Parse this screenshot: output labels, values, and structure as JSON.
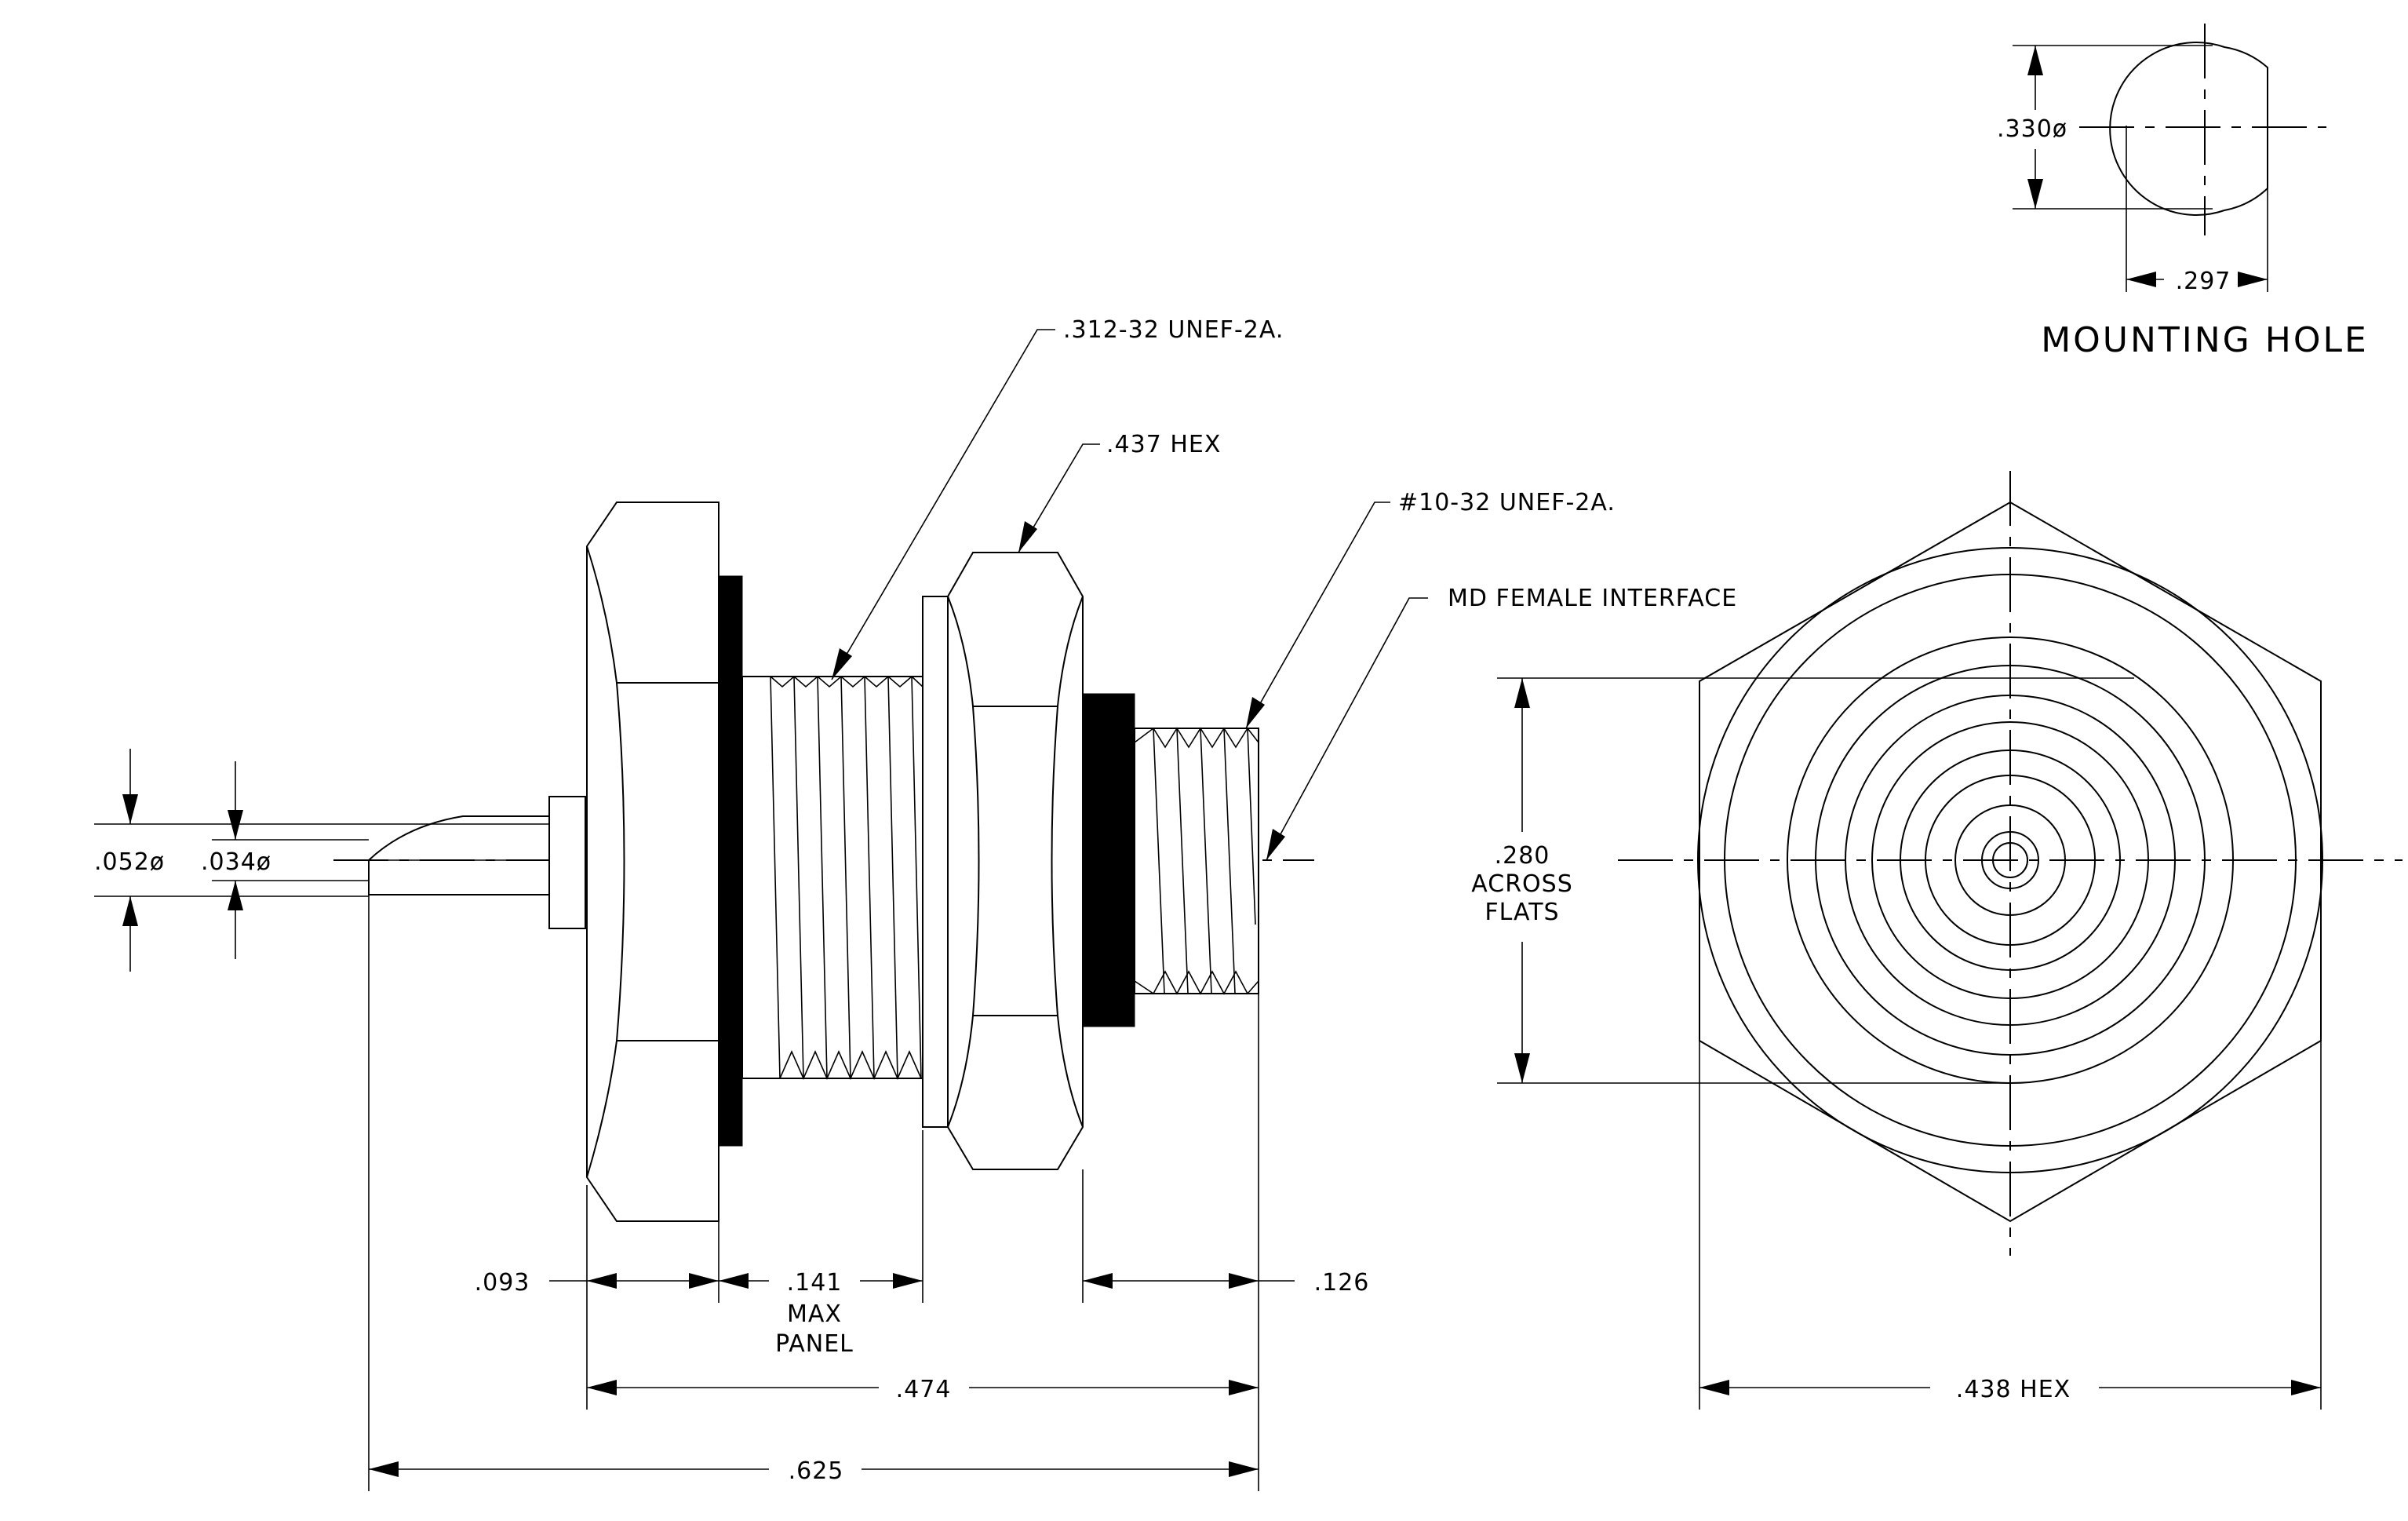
{
  "labels": {
    "thread_main": ".312-32 UNEF-2A.",
    "hex_nut": ".437 HEX",
    "thread_small": "#10-32 UNEF-2A.",
    "interface": "MD FEMALE INTERFACE",
    "mounting_dia": ".330ø",
    "mounting_flat": ".297",
    "mounting_title": "MOUNTING HOLE",
    "pin_outer_dia": ".052ø",
    "pin_inner_dia": ".034ø",
    "dim_093": ".093",
    "dim_141": ".141",
    "dim_max": "MAX",
    "dim_panel": "PANEL",
    "dim_126": ".126",
    "dim_474": ".474",
    "dim_625": ".625",
    "flats_value": ".280",
    "flats_across": "ACROSS",
    "flats_flats": "FLATS",
    "hex_width": ".438 HEX"
  }
}
